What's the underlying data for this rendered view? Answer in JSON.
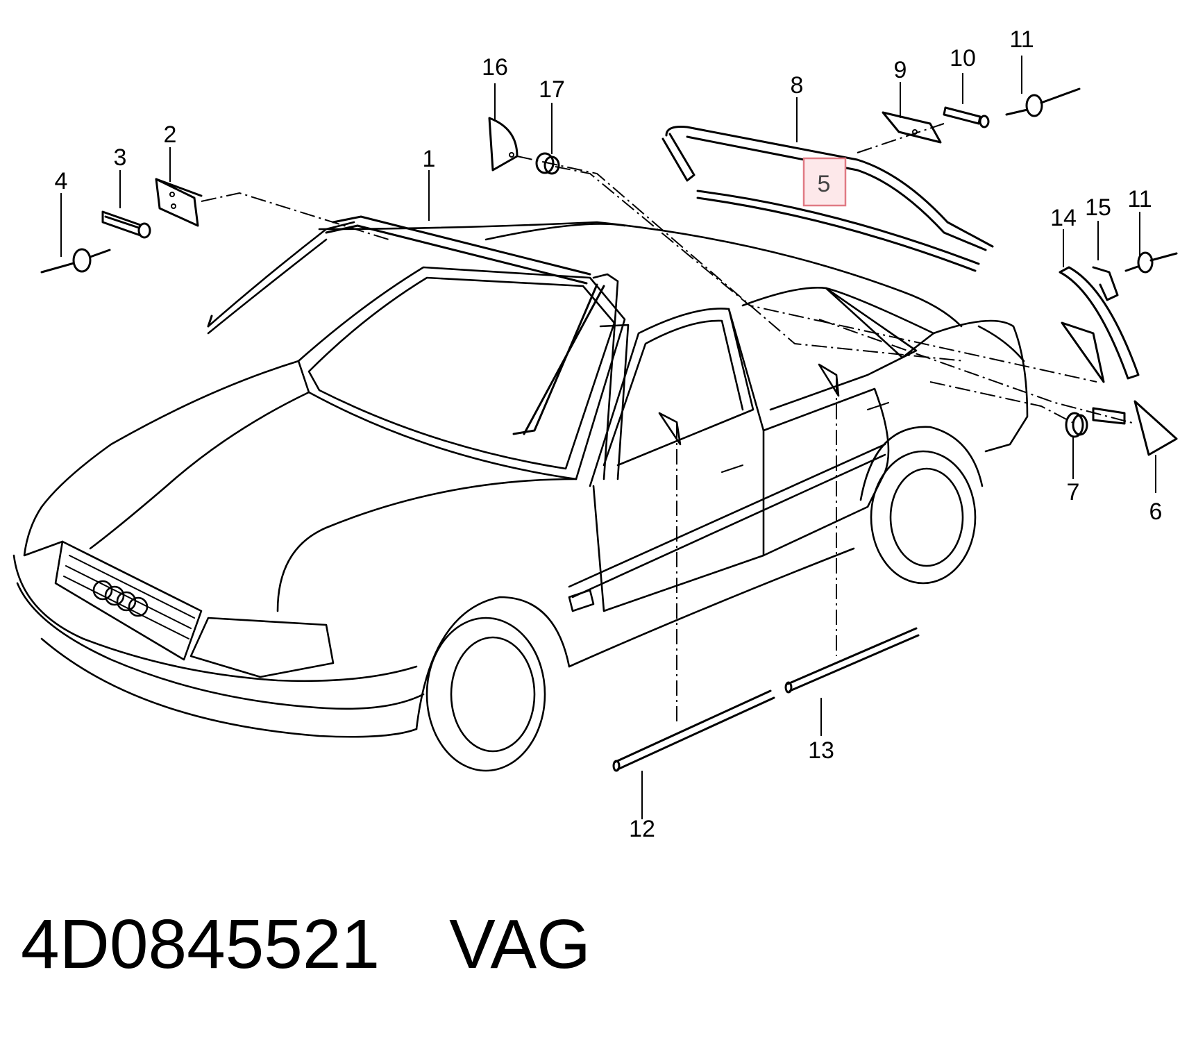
{
  "callouts": [
    "1",
    "2",
    "3",
    "4",
    "5",
    "6",
    "7",
    "8",
    "9",
    "10",
    "11",
    "12",
    "13",
    "14",
    "15",
    "16",
    "17"
  ],
  "second_callout_11": "11",
  "highlighted_callout": "5",
  "highlight_color": "#e07a84",
  "caption": {
    "part_number": "4D0845521",
    "brand": "VAG"
  }
}
